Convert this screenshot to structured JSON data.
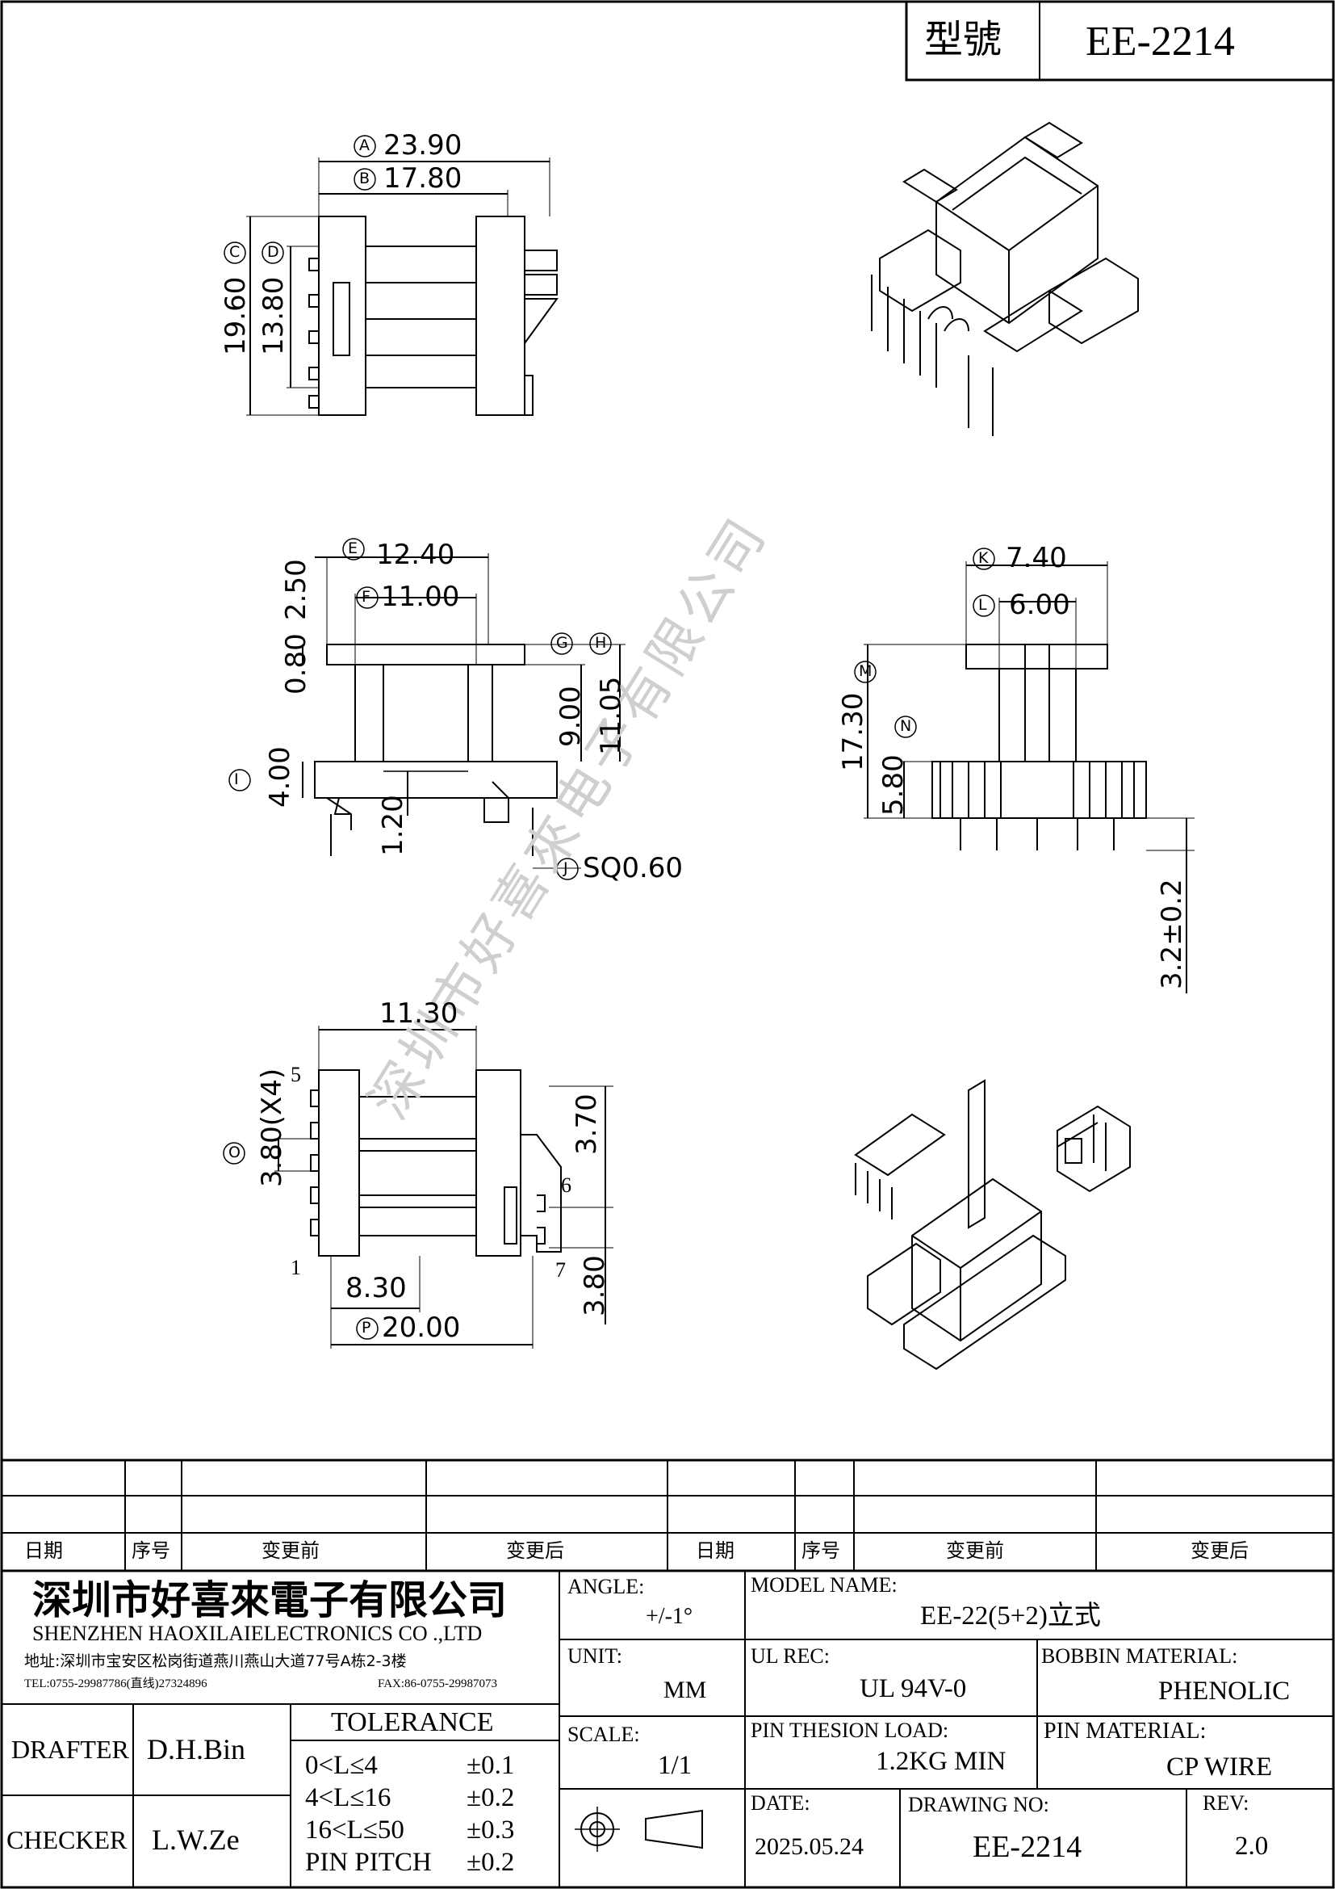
{
  "title_block": {
    "model_label": "型號",
    "model_value": "EE-2214"
  },
  "watermark": "深圳市好喜來电子有限公司",
  "top_view": {
    "dim_a": "23.90",
    "dim_b": "17.80",
    "dim_c": "19.60",
    "dim_d": "13.80",
    "letter_a": "A",
    "letter_b": "B",
    "letter_c": "C",
    "letter_d": "D"
  },
  "side_view": {
    "dim_e": "12.40",
    "dim_f": "11.00",
    "dim_250": "2.50",
    "dim_080": "0.80",
    "dim_900": "9.00",
    "dim_1105": "11.05",
    "dim_400": "4.00",
    "dim_120": "1.20",
    "dim_sq": "SQ0.60",
    "letter_e": "E",
    "letter_f": "F",
    "letter_g": "G",
    "letter_h": "H",
    "letter_i": "I",
    "letter_j": "J"
  },
  "front_view": {
    "dim_k": "7.40",
    "dim_l": "6.00",
    "dim_m": "17.30",
    "dim_n": "5.80",
    "dim_pin": "3.2±0.2",
    "letter_k": "K",
    "letter_l": "L",
    "letter_m": "M",
    "letter_n": "N"
  },
  "bottom_view": {
    "dim_1130": "11.30",
    "dim_380x4": "3.80(X4)",
    "dim_370": "3.70",
    "dim_380": "3.80",
    "dim_830": "8.30",
    "dim_p": "20.00",
    "pin1": "1",
    "pin5": "5",
    "pin6": "6",
    "pin7": "7",
    "letter_o": "O",
    "letter_p": "P"
  },
  "revision_table": {
    "headers": [
      "日期",
      "序号",
      "变更前",
      "变更后",
      "日期",
      "序号",
      "变更前",
      "变更后"
    ]
  },
  "company": {
    "name_cn": "深圳市好喜來電子有限公司",
    "name_en": "SHENZHEN HAOXILAIELECTRONICS CO .,LTD",
    "address": "地址:深圳市宝安区松岗街道燕川燕山大道77号A栋2-3楼",
    "tel": "TEL:0755-29987786(直线)27324896",
    "fax": "FAX:86-0755-29987073"
  },
  "spec": {
    "angle_label": "ANGLE:",
    "angle_value": "+/-1°",
    "model_name_label": "MODEL NAME:",
    "model_name_value": "EE-22(5+2)立式",
    "unit_label": "UNIT:",
    "unit_value": "MM",
    "ul_label": "UL REC:",
    "ul_value": "UL  94V-0",
    "bobbin_label": "BOBBIN MATERIAL:",
    "bobbin_value": "PHENOLIC",
    "scale_label": "SCALE:",
    "scale_value": "1/1",
    "tension_label": "PIN THESION LOAD:",
    "tension_value": "1.2KG MIN",
    "pin_mat_label": "PIN MATERIAL:",
    "pin_mat_value": "CP  WIRE",
    "date_label": "DATE:",
    "date_value": "2025.05.24",
    "drawing_label": "DRAWING NO:",
    "drawing_value": "EE-2214",
    "rev_label": "REV:",
    "rev_value": "2.0"
  },
  "people": {
    "drafter_label": "DRAFTER",
    "drafter_value": "D.H.Bin",
    "checker_label": "CHECKER",
    "checker_value": "L.W.Ze"
  },
  "tolerance": {
    "title": "TOLERANCE",
    "rows": [
      {
        "range": "0<L≤4",
        "value": "±0.1"
      },
      {
        "range": "4<L≤16",
        "value": "±0.2"
      },
      {
        "range": "16<L≤50",
        "value": "±0.3"
      },
      {
        "range": "PIN PITCH",
        "value": "±0.2"
      }
    ]
  }
}
